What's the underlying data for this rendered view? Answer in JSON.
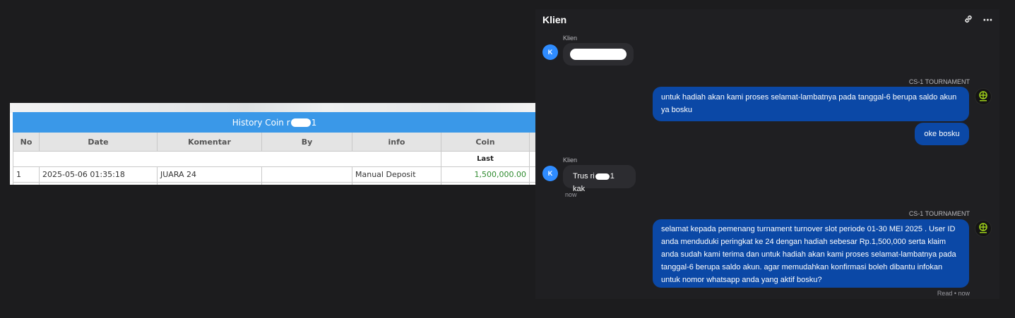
{
  "history": {
    "title_prefix": "History Coin r",
    "title_suffix": "1",
    "columns": [
      "No",
      "Date",
      "Komentar",
      "By",
      "info",
      "Coin"
    ],
    "last_label": "Last",
    "rows": [
      {
        "no": "1",
        "date": "2025-05-06 01:35:18",
        "komentar": "JUARA 24",
        "by": "",
        "info": "Manual Deposit",
        "coin": "1,500,000.00"
      }
    ]
  },
  "chat": {
    "title": "Klien",
    "messages": [
      {
        "sender": "Klien",
        "avatar": "K"
      },
      {
        "sender": "CS-1 TOURNAMENT",
        "text": "untuk hadiah akan kami proses selamat-lambatnya pada tanggal-6 berupa saldo akun ya bosku"
      },
      {
        "text": "oke bosku"
      },
      {
        "sender": "Klien",
        "avatar": "K",
        "text_prefix": "Trus ri",
        "text_suffix": "1 kak",
        "time": "now"
      },
      {
        "sender": "CS-1 TOURNAMENT",
        "text": "selamat kepada pemenang turnament turnover slot periode 01-30 MEI 2025 . User ID anda menduduki peringkat ke 24 dengan hadiah sebesar Rp.1,500,000 serta klaim anda sudah kami terima dan untuk hadiah akan kami proses selamat-lambatnya pada tanggal-6 berupa saldo akun. agar memudahkan konfirmasi boleh dibantu infokan untuk nomor whatsapp anda yang aktif bosku?",
        "status": "Read • now"
      }
    ]
  },
  "icons": {
    "header": [
      "link-icon",
      "more-options-icon"
    ],
    "agent_avatar": "tournament-logo-icon"
  },
  "colors": {
    "table_header": "#3a98e8",
    "coin_value": "#2e8b2e",
    "outgoing_bubble": "#0b48a6",
    "incoming_bubble": "#2c2c30",
    "avatar": "#2f8cff",
    "page_bg": "#1c1c1e"
  }
}
